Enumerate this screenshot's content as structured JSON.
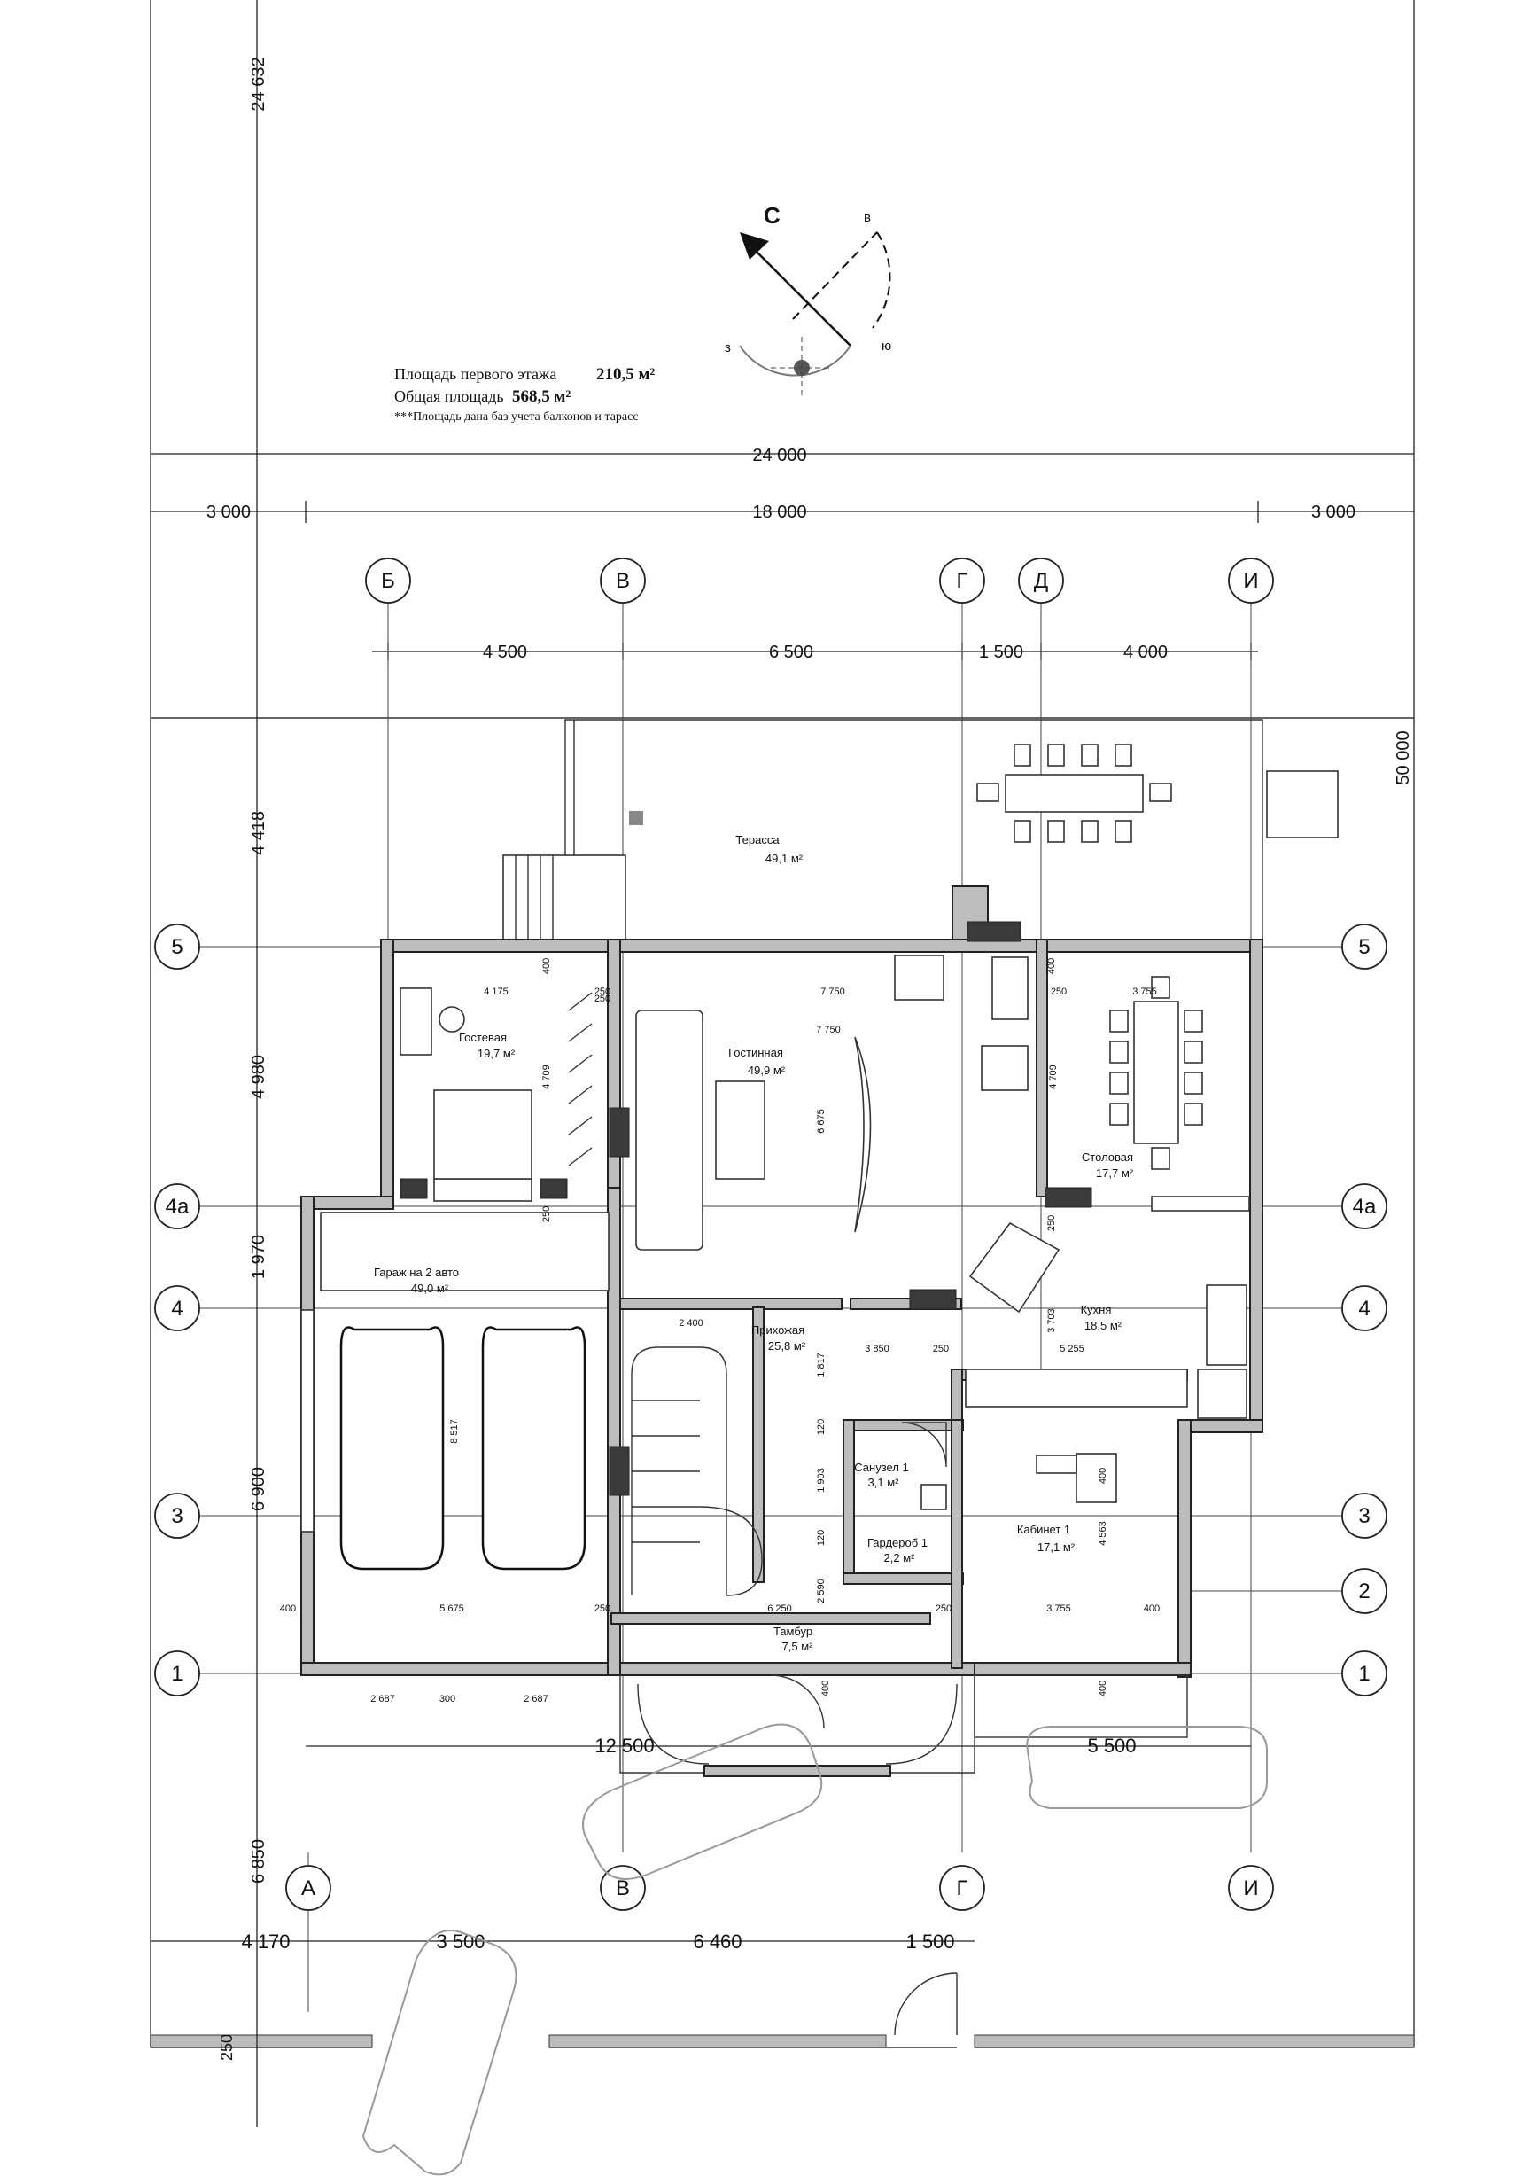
{
  "compass": {
    "north": "С",
    "east": "в",
    "south": "ю",
    "west": "з"
  },
  "areas": {
    "ground_floor_label": "Площадь первого этажа",
    "ground_floor_value": "210,5 м²",
    "total_label": "Общая площадь",
    "total_value": "568,5 м²",
    "note": "***Площадь дана баз учета балконов и тарасс"
  },
  "axes": {
    "top": [
      "Б",
      "В",
      "Г",
      "Д",
      "И"
    ],
    "bottom": [
      "А",
      "В",
      "Г",
      "И"
    ],
    "left": [
      "5",
      "4а",
      "4",
      "3",
      "1"
    ],
    "right": [
      "5",
      "4а",
      "4",
      "3",
      "2",
      "1"
    ]
  },
  "dimensions": {
    "overall_width": "24 000",
    "top_row": [
      "3 000",
      "18 000",
      "3 000"
    ],
    "axis_row": [
      "4 500",
      "6 500",
      "1 500",
      "4 000"
    ],
    "left_col": [
      "24 632",
      "4 418",
      "4 980",
      "1 970",
      "6 900",
      "6 850",
      "250"
    ],
    "right_col": [
      "50 000"
    ],
    "bottom_row": [
      "4 170",
      "3 500",
      "6 460",
      "1 500"
    ],
    "lower_row": [
      "12 500",
      "5 500"
    ],
    "interior": [
      "4 175",
      "7 750",
      "7 750",
      "3 755",
      "250",
      "250",
      "400",
      "400",
      "4 709",
      "4 709",
      "6 675",
      "250",
      "2 400",
      "3 850",
      "250",
      "5 255",
      "1 817",
      "120",
      "1 903",
      "120",
      "2 590",
      "6 250",
      "250",
      "3 755",
      "400",
      "3 703",
      "250",
      "4 563",
      "400",
      "8 517",
      "5 675",
      "400",
      "250",
      "2 687",
      "300",
      "2 687",
      "400",
      "400",
      "250"
    ]
  },
  "rooms": [
    {
      "name": "Терасса",
      "area": "49,1 м²"
    },
    {
      "name": "Гостевая",
      "area": "19,7 м²"
    },
    {
      "name": "Гостинная",
      "area": "49,9 м²"
    },
    {
      "name": "Столовая",
      "area": "17,7 м²"
    },
    {
      "name": "Гараж на 2 авто",
      "area": "49,0 м²"
    },
    {
      "name": "Кухня",
      "area": "18,5 м²"
    },
    {
      "name": "Прихожая",
      "area": "25,8 м²"
    },
    {
      "name": "Санузел 1",
      "area": "3,1 м²"
    },
    {
      "name": "Кабинет 1",
      "area": "17,1 м²"
    },
    {
      "name": "Гардероб 1",
      "area": "2,2 м²"
    },
    {
      "name": "Тамбур",
      "area": "7,5 м²"
    }
  ],
  "colors": {
    "wall": "#bdbdbd",
    "line": "#222222",
    "background": "#ffffff"
  }
}
